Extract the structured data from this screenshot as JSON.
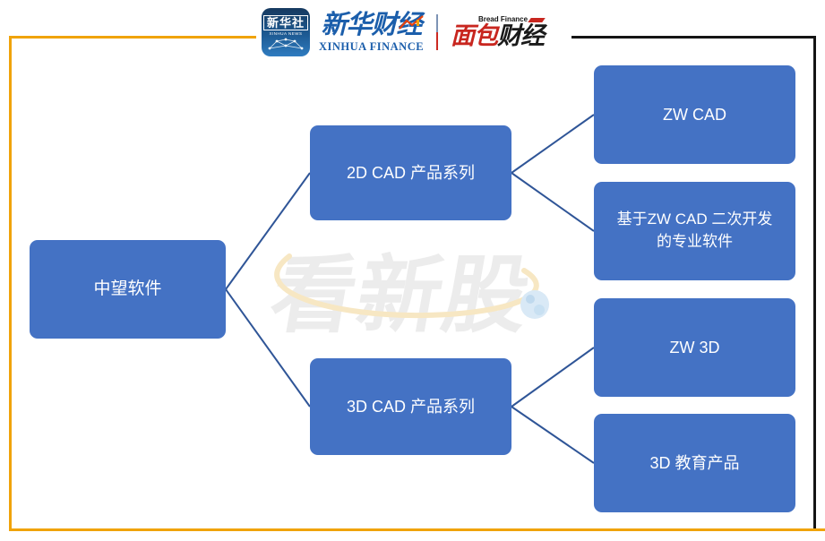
{
  "header": {
    "xinhua_news": {
      "name_cn": "新华社",
      "name_en": "XINHUA NEWS"
    },
    "xinhua_finance": {
      "name_cn": "新华财经",
      "name_en": "XINHUA FINANCE"
    },
    "bread_finance": {
      "tagline_en": "Bread Finance",
      "name_cn_part1": "面包",
      "name_cn_part2": "财经"
    }
  },
  "watermark": {
    "text": "看新股"
  },
  "diagram": {
    "type": "tree",
    "nodes": {
      "root": "中望软件",
      "branch_2d": "2D CAD 产品系列",
      "branch_3d": "3D CAD 产品系列",
      "leaf_zwcad": "ZW CAD",
      "leaf_dev": "基于ZW CAD 二次开发的专业软件",
      "leaf_zw3d": "ZW 3D",
      "leaf_edu": "3D 教育产品"
    },
    "edges": [
      [
        "中望软件",
        "2D CAD 产品系列"
      ],
      [
        "中望软件",
        "3D CAD 产品系列"
      ],
      [
        "2D CAD 产品系列",
        "ZW CAD"
      ],
      [
        "2D CAD 产品系列",
        "基于ZW CAD 二次开发的专业软件"
      ],
      [
        "3D CAD 产品系列",
        "ZW 3D"
      ],
      [
        "3D CAD 产品系列",
        "3D 教育产品"
      ]
    ]
  },
  "colors": {
    "node_fill": "#4472C4",
    "node_text": "#FFFFFF",
    "connector": "#2F5597",
    "frame_gold": "#F0A30A",
    "frame_black": "#141414",
    "brand_blue": "#1B5EAB",
    "brand_red": "#C8261F",
    "watermark_gray": "#ECECEC"
  }
}
